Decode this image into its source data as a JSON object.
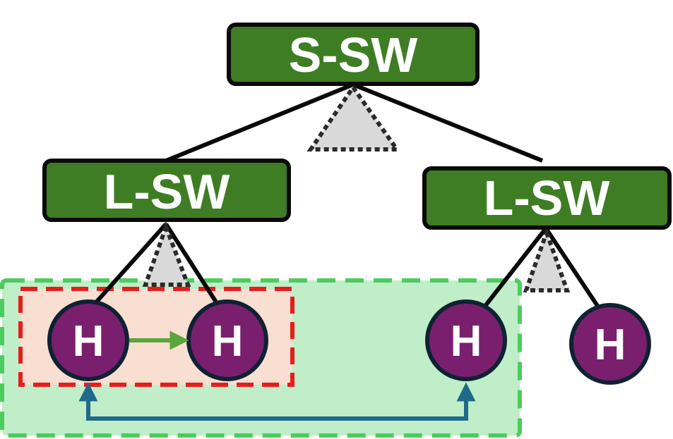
{
  "colors": {
    "switch_fill": "#3e7d24",
    "host_fill": "#7a1f6e",
    "outline": "#0a0a0a",
    "group_outer_fill": "#bfeec8",
    "group_outer_border": "#4ccc5c",
    "group_inner_fill": "#f9dfd1",
    "group_inner_border": "#e81c1c",
    "green_arrow": "#5aa63a",
    "blue_arrow": "#1f6a8a",
    "triangle_fill": "#d9d9d9"
  },
  "switches": {
    "spine": {
      "label": "S-SW"
    },
    "leaf_left": {
      "label": "L-SW"
    },
    "leaf_right": {
      "label": "L-SW"
    }
  },
  "hosts": [
    {
      "label": "H"
    },
    {
      "label": "H"
    },
    {
      "label": "H"
    },
    {
      "label": "H"
    }
  ]
}
